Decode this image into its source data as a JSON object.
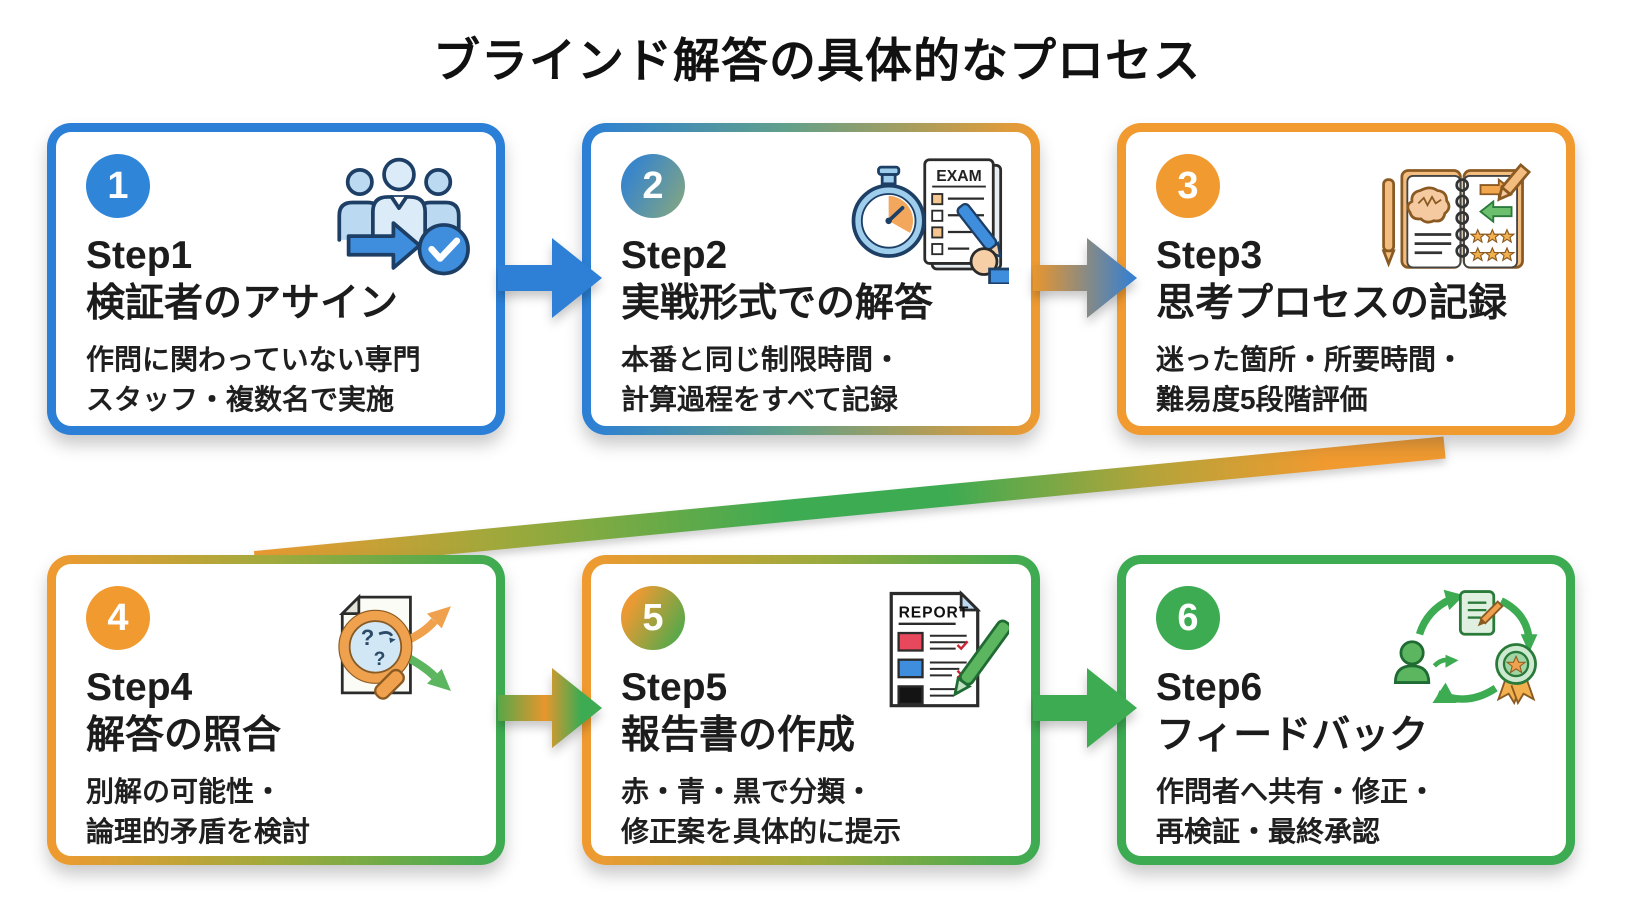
{
  "title": "ブラインド解答の具体的なプロセス",
  "icon_texts": {
    "exam": "EXAM",
    "report": "REPORT",
    "question": "?"
  },
  "colors": {
    "blue": "#2b7fd6",
    "orange": "#f09a30",
    "green": "#3cab52"
  },
  "steps": [
    {
      "number": "1",
      "label": "Step1",
      "name": "検証者のアサイン",
      "desc1": "作問に関わっていない専門",
      "desc2": "スタッフ・複数名で実施",
      "icon": "team-check"
    },
    {
      "number": "2",
      "label": "Step2",
      "name": "実戦形式での解答",
      "desc1": "本番と同じ制限時間・",
      "desc2": "計算過程をすべて記録",
      "icon": "stopwatch-exam"
    },
    {
      "number": "3",
      "label": "Step3",
      "name": "思考プロセスの記録",
      "desc1": "迷った箇所・所要時間・",
      "desc2": "難易度5段階評価",
      "icon": "notebook-rating"
    },
    {
      "number": "4",
      "label": "Step4",
      "name": "解答の照合",
      "desc1": "別解の可能性・",
      "desc2": "論理的矛盾を検討",
      "icon": "magnifier-branch"
    },
    {
      "number": "5",
      "label": "Step5",
      "name": "報告書の作成",
      "desc1": "赤・青・黒で分類・",
      "desc2": "修正案を具体的に提示",
      "icon": "report-pen"
    },
    {
      "number": "6",
      "label": "Step6",
      "name": "フィードバック",
      "desc1": "作問者へ共有・修正・",
      "desc2": "再検証・最終承認",
      "icon": "feedback-cycle"
    }
  ]
}
